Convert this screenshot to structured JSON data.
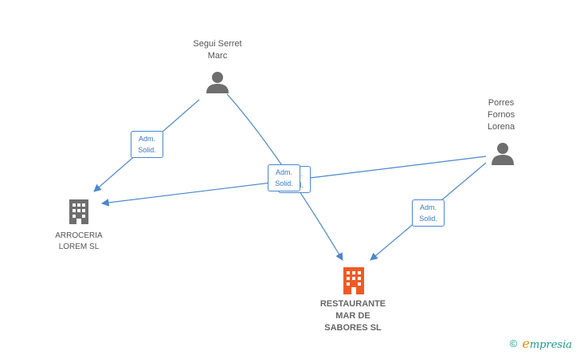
{
  "nodes": {
    "segui": {
      "name_line1": "Segui Serret",
      "name_line2": "Marc"
    },
    "porres": {
      "name_line1": "Porres",
      "name_line2": "Fornos",
      "name_line3": "Lorena"
    },
    "arroceria": {
      "name_line1": "ARROCERIA",
      "name_line2": "LOREM  SL"
    },
    "restaurante": {
      "name_line1": "RESTAURANTE",
      "name_line2": "MAR DE",
      "name_line3": "SABORES  SL"
    }
  },
  "relations": [
    {
      "line1": "Adm.",
      "line2": "Solid."
    },
    {
      "line1": "Adm.",
      "line2": "Solid."
    },
    {
      "line1": "Adm.",
      "line2": "Solid."
    },
    {
      "line1": "Adm.",
      "line2": "Solid."
    }
  ],
  "colors": {
    "edge": "#4a86d0",
    "person_icon": "#6e6e6e",
    "company_icon": "#6e6e6e",
    "highlight_company_icon": "#f15a24"
  },
  "footer": {
    "copyright_symbol": "©",
    "brand": "mpresia",
    "brand_initial": "e"
  }
}
